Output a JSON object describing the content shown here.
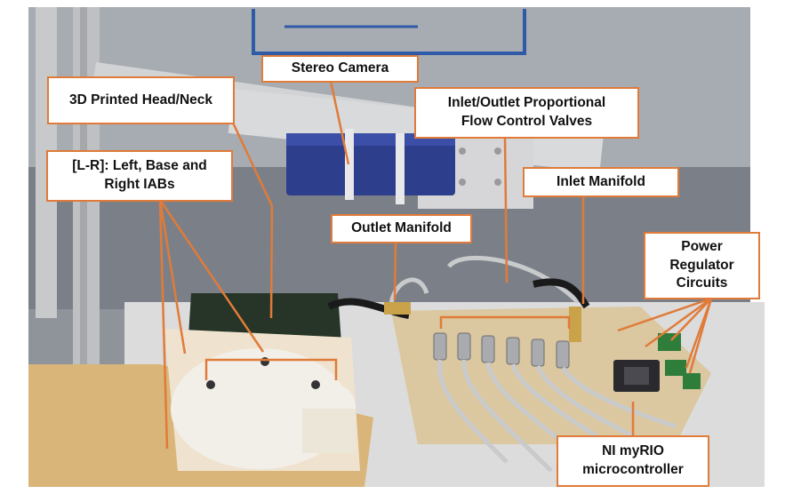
{
  "accent_color": "#e07b39",
  "labels": {
    "stereo_camera": "Stereo Camera",
    "head_neck": "3D Printed Head/Neck",
    "valves": "Inlet/Outlet Proportional\nFlow Control Valves",
    "iabs": "[L-R]: Left, Base and\nRight IABs",
    "inlet_manifold": "Inlet Manifold",
    "outlet_manifold": "Outlet Manifold",
    "power_regulator": "Power\nRegulator\nCircuits",
    "myrio": "NI myRIO\nmicrocontroller"
  }
}
